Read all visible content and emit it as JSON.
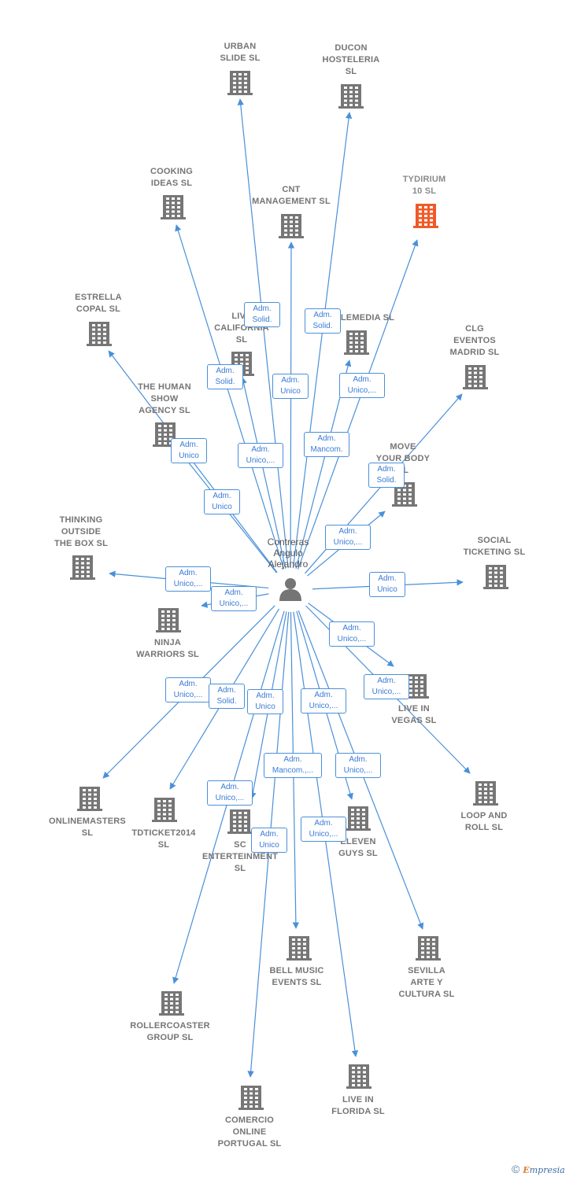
{
  "colors": {
    "edge": "#4a90d9",
    "building": "#767676",
    "highlight": "#f05a28",
    "person": "#757575",
    "role_text": "#3a7bd5"
  },
  "icons": {
    "company": "building-icon",
    "person": "person-icon"
  },
  "center": {
    "name": "Contreras\nAngulo\nAlejandro"
  },
  "companies": [
    {
      "id": "urban-slide",
      "label": "URBAN\nSLIDE  SL"
    },
    {
      "id": "ducon-hosteleria",
      "label": "DUCON\nHOSTELERIA\nSL"
    },
    {
      "id": "cooking-ideas",
      "label": "COOKING\nIDEAS  SL"
    },
    {
      "id": "cnt-management",
      "label": "CNT\nMANAGEMENT SL"
    },
    {
      "id": "tydirium-10",
      "label": "TYDIRIUM\n10  SL",
      "highlight": true
    },
    {
      "id": "estrella-copal",
      "label": "ESTRELLA\nCOPAL  SL"
    },
    {
      "id": "live-california",
      "label": "LIVE\nCALIFORNIA\nSL"
    },
    {
      "id": "lemedia",
      "label": "LEMEDIA SL"
    },
    {
      "id": "clg-eventos",
      "label": "CLG\nEVENTOS\nMADRID SL"
    },
    {
      "id": "human-show",
      "label": "THE HUMAN\nSHOW\nAGENCY SL"
    },
    {
      "id": "move-your-body",
      "label": "MOVE\nYOUR BODY\nSL"
    },
    {
      "id": "thinking-outside",
      "label": "THINKING\nOUTSIDE\nTHE BOX  SL"
    },
    {
      "id": "social-ticketing",
      "label": "SOCIAL\nTICKETING  SL"
    },
    {
      "id": "ninja-warriors",
      "label": "NINJA\nWARRIORS  SL"
    },
    {
      "id": "live-vegas",
      "label": "LIVE IN\nVEGAS  SL"
    },
    {
      "id": "onlinemasters",
      "label": "ONLINEMASTERS\nSL"
    },
    {
      "id": "tdticket2014",
      "label": "TDTICKET2014\nSL"
    },
    {
      "id": "sc-entertainment",
      "label": "SC\nENTERTEINMENT\nSL"
    },
    {
      "id": "eleven-guys",
      "label": "ELEVEN\nGUYS  SL"
    },
    {
      "id": "loop-and-roll",
      "label": "LOOP AND\nROLL  SL"
    },
    {
      "id": "bell-music",
      "label": "BELL MUSIC\nEVENTS  SL"
    },
    {
      "id": "sevilla-arte",
      "label": "SEVILLA\nARTE Y\nCULTURA  SL"
    },
    {
      "id": "rollercoaster",
      "label": "ROLLERCOASTER\nGROUP  SL"
    },
    {
      "id": "live-florida",
      "label": "LIVE IN\nFLORIDA  SL"
    },
    {
      "id": "comercio-online",
      "label": "COMERCIO\nONLINE\nPORTUGAL  SL"
    }
  ],
  "relations": [
    {
      "to": "urban-slide",
      "role": "Adm.\nSolid."
    },
    {
      "to": "ducon-hosteleria",
      "role": "Adm.\nSolid."
    },
    {
      "to": "cooking-ideas",
      "role": "Adm.\nSolid."
    },
    {
      "to": "cnt-management",
      "role": "Adm.\nUnico"
    },
    {
      "to": "tydirium-10",
      "role": "Adm.\nUnico,..."
    },
    {
      "to": "estrella-copal",
      "role": "Adm.\nUnico"
    },
    {
      "to": "live-california",
      "role": "Adm.\nUnico,..."
    },
    {
      "to": "lemedia",
      "role": "Adm.\nMancom."
    },
    {
      "to": "clg-eventos",
      "role": "Adm.\nSolid."
    },
    {
      "to": "human-show",
      "role": "Adm.\nUnico"
    },
    {
      "to": "move-your-body",
      "role": "Adm.\nUnico,..."
    },
    {
      "to": "thinking-outside",
      "role": "Adm.\nUnico,..."
    },
    {
      "to": "ninja-warriors",
      "role": "Adm.\nUnico,..."
    },
    {
      "to": "social-ticketing",
      "role": "Adm.\nUnico"
    },
    {
      "to": "live-vegas",
      "role": "Adm.\nUnico,..."
    },
    {
      "to": "loop-and-roll",
      "role": "Adm.\nUnico,..."
    },
    {
      "to": "onlinemasters",
      "role": "Adm.\nUnico,..."
    },
    {
      "to": "tdticket2014",
      "role": "Adm.\nSolid."
    },
    {
      "to": "comercio-online",
      "role": "Adm.\nUnico"
    },
    {
      "to": "eleven-guys",
      "role": "Adm.\nUnico,..."
    },
    {
      "to": "bell-music",
      "role": "Adm.\nMancom.,..."
    },
    {
      "to": "sevilla-arte",
      "role": "Adm.\nUnico,..."
    },
    {
      "to": "rollercoaster",
      "role": "Adm.\nUnico,..."
    },
    {
      "to": "sc-entertainment",
      "role": "Adm.\nUnico"
    },
    {
      "to": "live-florida",
      "role": "Adm.\nUnico,..."
    }
  ],
  "brand": {
    "copyright": "©",
    "e": "E",
    "rest": "mpresia"
  }
}
